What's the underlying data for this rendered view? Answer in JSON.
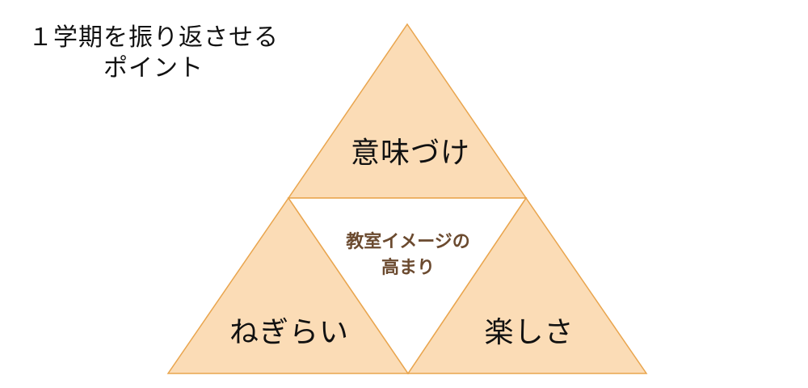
{
  "title": {
    "line1": "１学期を振り返させる",
    "line2": "ポイント"
  },
  "triangles": {
    "top": "意味づけ",
    "left": "ねぎらい",
    "right": "楽しさ",
    "center": {
      "line1": "教室イメージの",
      "line2": "高まり"
    }
  },
  "colors": {
    "fill": "#fbdcb6",
    "stroke": "#e9a54e",
    "center_fill": "#ffffff",
    "center_text": "#6b4a2f"
  }
}
